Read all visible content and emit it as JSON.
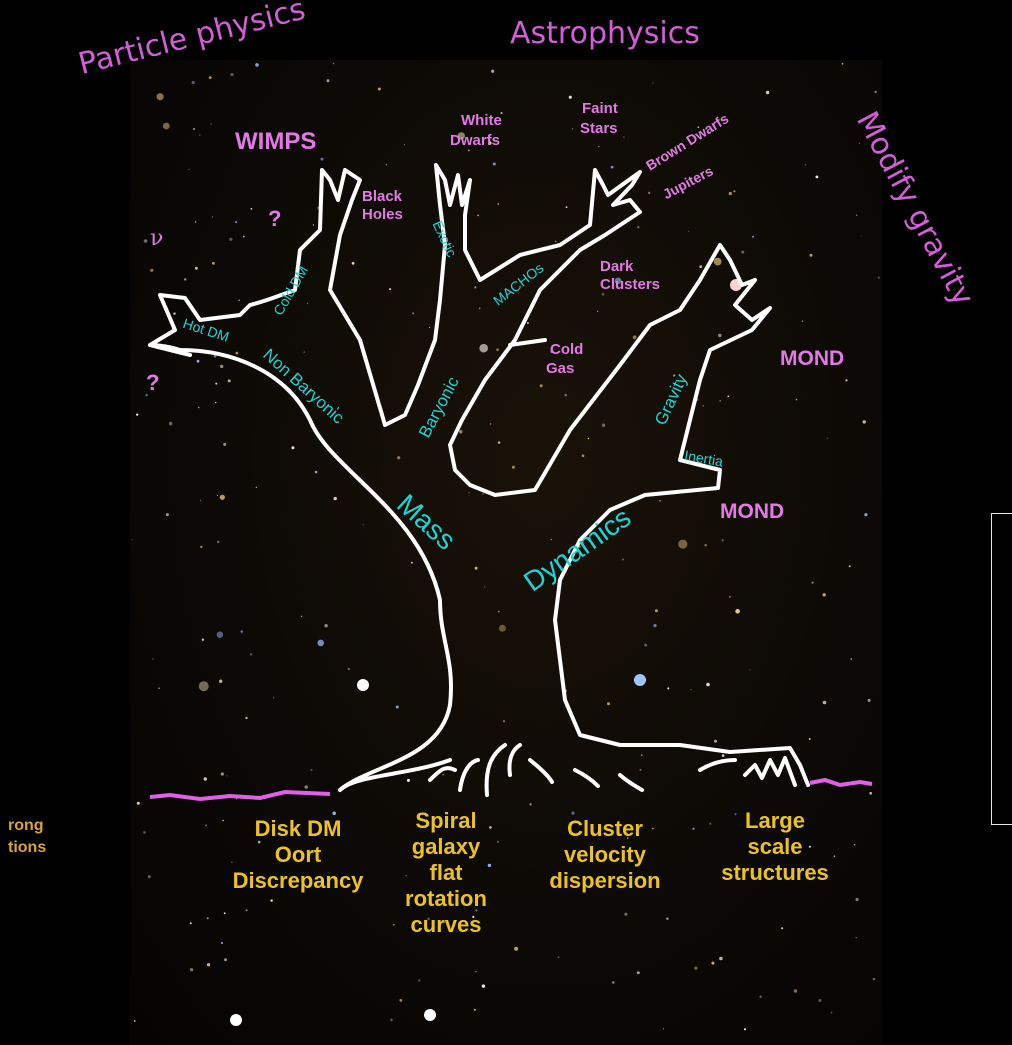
{
  "categories": {
    "particle": "Particle physics",
    "astro": "Astrophysics",
    "gravity": "Modify gravity"
  },
  "pink_labels": {
    "wimps": "WIMPS",
    "white_dwarfs_1": "White",
    "white_dwarfs_2": "Dwarfs",
    "faint_stars_1": "Faint",
    "faint_stars_2": "Stars",
    "brown_dwarfs": "Brown Dwarfs",
    "jupiters": "Jupiters",
    "black_holes_1": "Black",
    "black_holes_2": "Holes",
    "question_1": "?",
    "question_2": "?",
    "nu": "ν",
    "dark_clusters_1": "Dark",
    "dark_clusters_2": "Clusters",
    "cold_gas_1": "Cold",
    "cold_gas_2": "Gas",
    "mond_1": "MOND",
    "mond_2": "MOND"
  },
  "cyan_labels": {
    "cold_dm": "Cold DM",
    "hot_dm": "Hot DM",
    "non_baryonic": "Non Baryonic",
    "exotic": "Exotic",
    "machos": "MACHOs",
    "baryonic": "Baryonic",
    "gravity": "Gravity",
    "inertia": "Inertia",
    "mass": "Mass",
    "dynamics": "Dynamics"
  },
  "roots": {
    "disk_dm": [
      "Disk DM",
      "Oort",
      "Discrepancy"
    ],
    "spiral": [
      "Spiral",
      "galaxy",
      "flat",
      "rotation",
      "curves"
    ],
    "cluster": [
      "Cluster",
      "velocity",
      "dispersion"
    ],
    "large": [
      "Large",
      "scale",
      "structures"
    ]
  },
  "side_text": [
    "rong",
    "tions"
  ],
  "colors": {
    "background": "#000000",
    "category": "#d35ed8",
    "pink": "#e27ae6",
    "cyan": "#19d6d6",
    "gold": "#ecc221",
    "outline": "#ffffff"
  }
}
